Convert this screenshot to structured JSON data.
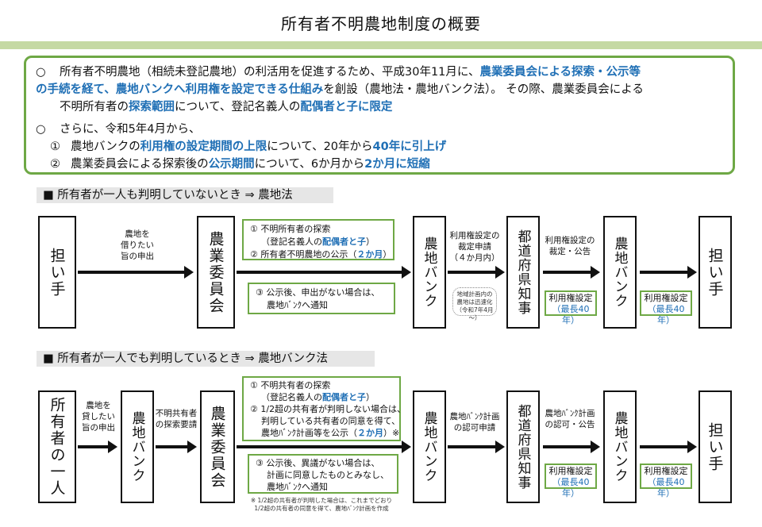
{
  "title": "所有者不明農地制度の概要",
  "summary": {
    "bullet": "○",
    "p1": [
      {
        "t": "所有者不明農地（相続未登記農地）の利活用を促進するため、平成30年11月に、",
        "b": false
      },
      {
        "t": "農業委員会による探索・公示等",
        "b": true
      }
    ],
    "p1b": [
      {
        "t": "の手続を経て、農地バンクへ利用権を設定できる仕組み",
        "b": true
      },
      {
        "t": "を創設（農地法・農地バンク法）。 その際、農業委員会による",
        "b": false
      }
    ],
    "p1c": [
      {
        "t": "不明所有者の",
        "b": false
      },
      {
        "t": "探索範囲",
        "b": true
      },
      {
        "t": "について、登記名義人の",
        "b": false
      },
      {
        "t": "配偶者と子に限定",
        "b": true
      }
    ],
    "p2": "さらに、令和5年4月から、",
    "item1_num": "①",
    "item1": [
      {
        "t": "農地バンクの",
        "b": false
      },
      {
        "t": "利用権の設定期間の上限",
        "b": true
      },
      {
        "t": "について、20年から",
        "b": false
      },
      {
        "t": "40年に引上げ",
        "b": true
      }
    ],
    "item2_num": "②",
    "item2": [
      {
        "t": "農業委員会による探索後の",
        "b": false
      },
      {
        "t": "公示期間",
        "b": true
      },
      {
        "t": "について、6か月から",
        "b": false
      },
      {
        "t": "2か月に短縮",
        "b": true
      }
    ]
  },
  "sections": [
    {
      "header": "■ 所有者が一人も判明していないとき ⇒ 農地法",
      "start": "担い手",
      "arrow1_label": "農地を\n借りたい\n旨の申出",
      "box_committee": "農業委員会",
      "g1_lines": [
        [
          {
            "t": "① 不明所有者の探索",
            "b": false
          }
        ],
        [
          {
            "t": "（登記名義人の",
            "b": false
          },
          {
            "t": "配偶者と子",
            "b": true
          },
          {
            "t": "）",
            "b": false
          }
        ],
        [
          {
            "t": "② 所有者不明農地の公示（",
            "b": false
          },
          {
            "t": "２か月",
            "b": true
          },
          {
            "t": "）",
            "b": false
          }
        ]
      ],
      "g2_lines": [
        [
          {
            "t": "③ 公示後、申出がない場合は、",
            "b": false
          }
        ],
        [
          {
            "t": "農地ﾊﾞﾝｸへ通知",
            "b": false
          }
        ]
      ],
      "box_bank": "農地バンク",
      "arrow3_label": "利用権設定の\n裁定申請\n（４か月内）",
      "pill": "地域計画内の\n農地は迅速化\n（令和7年4月～）",
      "box_gov": "都道府県知事",
      "arrow4_label": "利用権設定の\n裁定・公告",
      "tag1_label": "利用権設定",
      "tag1_value": "（最長40年）",
      "box_bank2": "農地バンク",
      "tag2_label": "利用権設定",
      "tag2_value": "（最長40年）",
      "end": "担い手"
    },
    {
      "header": "■ 所有者が一人でも判明しているとき ⇒ 農地バンク法",
      "start": "所有者の一人",
      "arrow1_label": "農地を\n貸したい\n旨の申出",
      "box_bank0": "農地バンク",
      "arrow2_label": "不明共有者\nの探索要請",
      "box_committee": "農業委員会",
      "g1_lines": [
        [
          {
            "t": "① 不明共有者の探索",
            "b": false
          }
        ],
        [
          {
            "t": "（登記名義人の",
            "b": false
          },
          {
            "t": "配偶者と子",
            "b": true
          },
          {
            "t": "）",
            "b": false
          }
        ],
        [
          {
            "t": "② 1/2超の共有者が判明しない場合は、",
            "b": false
          }
        ],
        [
          {
            "t": "判明している共有者の同意を得て、",
            "b": false
          }
        ],
        [
          {
            "t": "農地ﾊﾞﾝｸ計画等を公示（",
            "b": false
          },
          {
            "t": "２か月",
            "b": true
          },
          {
            "t": "）※",
            "b": false
          }
        ]
      ],
      "g2_lines": [
        [
          {
            "t": "③ 公示後、異議がない場合は、",
            "b": false
          }
        ],
        [
          {
            "t": "計画に同意したものとみなし、",
            "b": false
          }
        ],
        [
          {
            "t": "農地ﾊﾞﾝｸへ通知",
            "b": false
          }
        ]
      ],
      "box_bank": "農地バンク",
      "arrow3_label": "農地ﾊﾞﾝｸ計画\nの認可申請",
      "box_gov": "都道府県知事",
      "arrow4_label": "農地ﾊﾞﾝｸ計画\nの認可・公告",
      "tag1_label": "利用権設定",
      "tag1_value": "（最長40年）",
      "box_bank2": "農地バンク",
      "tag2_label": "利用権設定",
      "tag2_value": "（最長40年）",
      "end": "担い手",
      "footnote": "※ 1/2超の共有者が判明した場合は、これまでどおり\n1/2超の共有者の同意を得て、農地ﾊﾞﾝｸ計画を作成"
    }
  ],
  "colors": {
    "accent_green": "#6ea845",
    "title_bar": "#c5d9a3",
    "blue_text": "#1f6fb5",
    "header_gray": "#e6e6e6"
  }
}
